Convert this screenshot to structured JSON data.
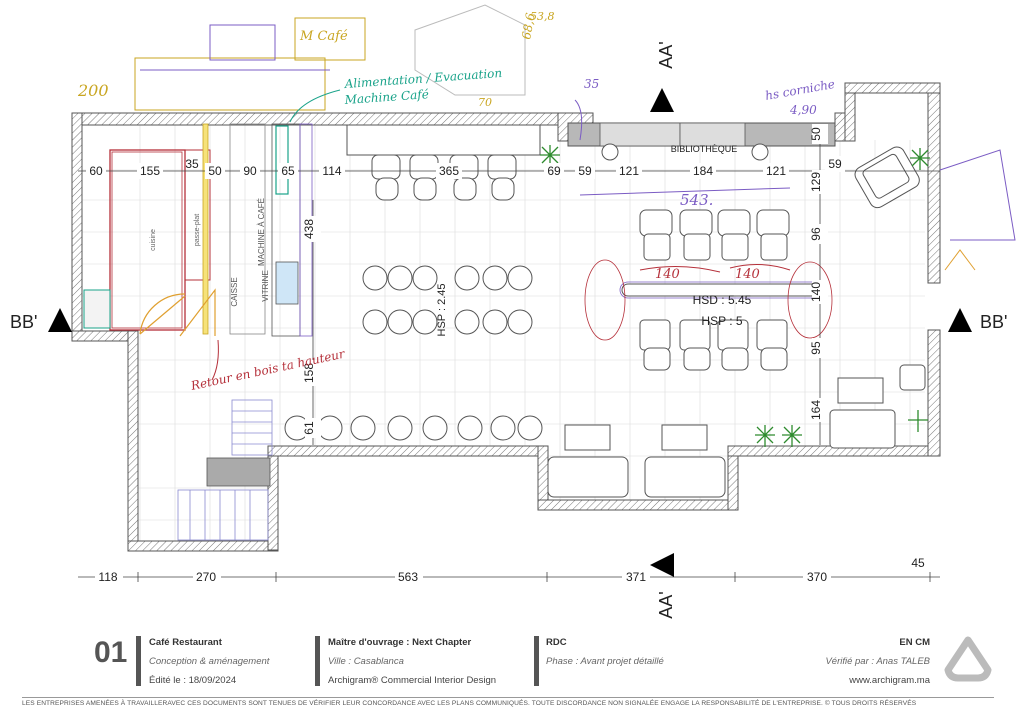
{
  "plan": {
    "sections": {
      "aa_top": "AA'",
      "aa_bottom": "AA'",
      "bb_left": "BB'",
      "bb_right": "BB'"
    },
    "dims_top": [
      "60",
      "155",
      "35",
      "50",
      "90",
      "65",
      "114",
      "365",
      "69",
      "59",
      "121",
      "184",
      "121",
      "59"
    ],
    "dims_bottom": [
      "118",
      "270",
      "563",
      "371",
      "370",
      "45"
    ],
    "dims_vertical_right": [
      "50",
      "129",
      "96",
      "140",
      "95",
      "164"
    ],
    "dims_vertical_mid": [
      "438",
      "158",
      "61"
    ],
    "room_labels": {
      "cuisine": "cuisine",
      "passe_plat": "passe-plat",
      "caisse": "CAISSE",
      "machine_cafe": "MACHINE À CAFÉ",
      "vitrine": "VITRINE",
      "bibliotheque": "BIBLIOTHÈQUE",
      "hsp_left": "HSP : 2.45",
      "hsd": "HSD : 5.45",
      "hsp_right": "HSP : 5"
    },
    "annotations": {
      "alimentation": "Alimentation / Evacuation",
      "machine": "Machine Café",
      "retour": "Retour en bois ta hauteur",
      "corniche_1": "hs corniche",
      "corniche_2": "4,90",
      "width_543": "543.",
      "dim_35": "35",
      "dim_68": "68,6",
      "dim_70": "70",
      "dim_53": "53,8",
      "dim_200": "200",
      "dim_140a": "140",
      "dim_140b": "140",
      "m_cafe": "M Café"
    }
  },
  "titleblock": {
    "number": "01",
    "project": "Café Restaurant",
    "subtitle": "Conception & aménagement",
    "edited": "Édité le : 18/09/2024",
    "client": "Maître d'ouvrage : Next Chapter",
    "city": "Ville : Casablanca",
    "firm": "Archigram® Commercial Interior Design",
    "level": "RDC",
    "phase": "Phase : Avant projet détaillé",
    "units": "EN CM",
    "verified": "Vérifié par : Anas TALEB",
    "website": "www.archigram.ma"
  },
  "disclaimer": "LES ENTREPRISES AMENÉES À TRAVAILLERAVEC CES DOCUMENTS SONT TENUES DE VÉRIFIER LEUR CONCORDANCE AVEC LES PLANS COMMUNIQUÉS. TOUTE DISCORDANCE NON SIGNALÉE ENGAGE LA RESPONSABILITÉ DE L'ENTREPRISE. © TOUS DROITS RÉSERVÉS",
  "colors": {
    "wall": "#555555",
    "grid": "#d9d9d9",
    "red_sketch": "#b5303a",
    "green_sketch": "#1aa38a",
    "purple_sketch": "#7b5cc4",
    "orange_sketch": "#e0a030",
    "shelf_gray": "#b8b8b8",
    "plant_green": "#2e8b2e"
  }
}
